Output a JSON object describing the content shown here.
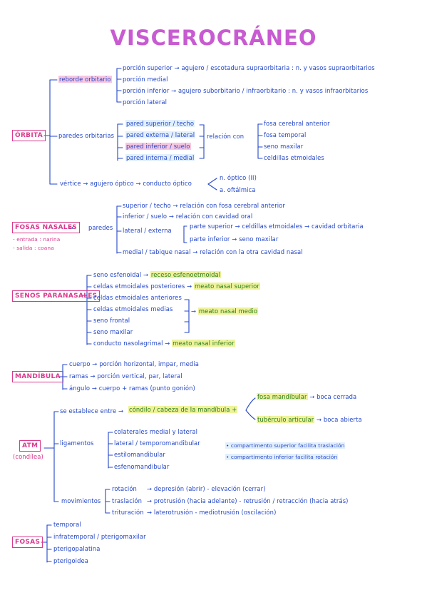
{
  "title": "VISCEROCRÁNEO",
  "orbita": {
    "label": "ÓRBITA",
    "reborde": {
      "label": "reborde orbitario",
      "items": [
        "porción superior → agujero / escotadura supraorbitaria : n. y vasos supraorbitarios",
        "porción medial",
        "porción inferior → agujero suborbitario / infraorbitario : n. y vasos infraorbitarios",
        "porción lateral"
      ]
    },
    "paredes": {
      "label": "paredes orbitarias",
      "items": [
        "pared superior / techo",
        "pared externa / lateral",
        "pared inferior / suelo",
        "pared interna / medial"
      ],
      "relacion": "relación con",
      "relaciones": [
        "fosa cerebral anterior",
        "fosa temporal",
        "seno maxilar",
        "celdillas etmoidales"
      ]
    },
    "vertice": {
      "text": "vértice → agujero óptico → conducto óptico",
      "branches": [
        "n. óptico (II)",
        "a. oftálmica"
      ]
    }
  },
  "fosas_nasales": {
    "label": "FOSAS NASALES",
    "entrada": "- entrada : narina",
    "salida": "- salida : coana",
    "paredes_label": "paredes",
    "items": [
      "superior / techo → relación con fosa cerebral anterior",
      "inferior / suelo → relación con cavidad oral",
      "lateral / externa",
      "medial / tabique nasal → relación con la otra cavidad nasal"
    ],
    "lateral_sub": [
      "parte superior → celdillas etmoidales → cavidad orbitaria",
      "parte inferior → seno maxilar"
    ]
  },
  "senos": {
    "label": "SENOS PARANASALES",
    "items": [
      {
        "text": "seno esfenoidal →",
        "hl": "receso esfenoetmoidal"
      },
      {
        "text": "celdas etmoidales posteriores →",
        "hl": "meato nasal superior"
      },
      {
        "text": "celdas etmoidales anteriores",
        "hl": ""
      },
      {
        "text": "celdas etmoidales medias",
        "hl": ""
      },
      {
        "text": "seno frontal",
        "hl": ""
      },
      {
        "text": "seno maxilar",
        "hl": ""
      },
      {
        "text": "conducto nasolagrimal →",
        "hl": "meato nasal inferior"
      }
    ],
    "medio": "meato nasal medio"
  },
  "mandibula": {
    "label": "MANDÍBULA",
    "items": [
      "cuerpo → porción horizontal, impar, media",
      "ramas → porción vertical, par, lateral",
      "ángulo → cuerpo + ramas (punto gonión)"
    ]
  },
  "atm": {
    "label": "ATM",
    "sub": "(condílea)",
    "establece": "se establece entre →",
    "condilo": "cóndilo / cabeza de la mandíbula +",
    "fosa": "fosa mandibular",
    "fosa_r": "→ boca cerrada",
    "tuberculo": "tubérculo articular",
    "tuberculo_r": "→ boca abierta",
    "ligamentos_label": "ligamentos",
    "ligamentos": [
      "colaterales medial y lateral",
      "lateral / temporomandibular",
      "estilomandibular",
      "esfenomandibular"
    ],
    "compartimentos": [
      "• compartimento superior facilita traslación",
      "• compartimento inferior facilita rotación"
    ],
    "movimientos_label": "movimientos",
    "movimientos": [
      {
        "k": "rotación",
        "v": "→ depresión (abrir) - elevación (cerrar)"
      },
      {
        "k": "traslación",
        "v": "→ protrusión (hacia adelante) - retrusión / retracción (hacia atrás)"
      },
      {
        "k": "trituración",
        "v": "→ laterotrusión - mediotrusión (oscilación)"
      }
    ]
  },
  "fosas": {
    "label": "FOSAS",
    "items": [
      "temporal",
      "infratemporal / pterigomaxilar",
      "pterigopalatina",
      "pterigoidea"
    ]
  },
  "colors": {
    "title": "#c85bd1",
    "box": "#d93a8e",
    "ink": "#2346c8",
    "ink_green": "#2a7a22"
  }
}
